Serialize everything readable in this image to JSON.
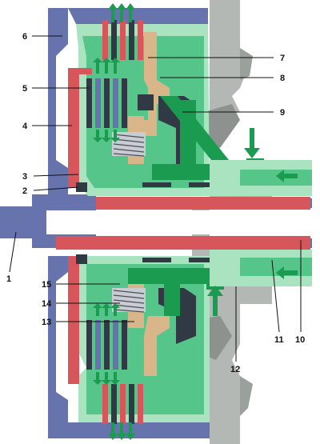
{
  "diagram": {
    "callouts": [
      {
        "id": "c1",
        "label": "1"
      },
      {
        "id": "c2",
        "label": "2"
      },
      {
        "id": "c3",
        "label": "3"
      },
      {
        "id": "c4",
        "label": "4"
      },
      {
        "id": "c5",
        "label": "5"
      },
      {
        "id": "c6",
        "label": "6"
      },
      {
        "id": "c7",
        "label": "7"
      },
      {
        "id": "c8",
        "label": "8"
      },
      {
        "id": "c9",
        "label": "9"
      },
      {
        "id": "c10",
        "label": "10"
      },
      {
        "id": "c11",
        "label": "11"
      },
      {
        "id": "c12",
        "label": "12"
      },
      {
        "id": "c13",
        "label": "13"
      },
      {
        "id": "c14",
        "label": "14"
      },
      {
        "id": "c15",
        "label": "15"
      }
    ],
    "colors": {
      "housing_gray": "#b4b8b4",
      "housing_dark": "#6f7470",
      "oil_green": "#56c58a",
      "oil_light": "#a9e3c0",
      "shaft_red": "#d6565c",
      "shaft_blue": "#6673ad",
      "flow_arrow": "#1a9b4f",
      "pressure_red": "#cc3333",
      "piston_tan": "#d9b58a",
      "piston_dark": "#2f3a44",
      "spring_gray": "#c9ccd2"
    }
  }
}
